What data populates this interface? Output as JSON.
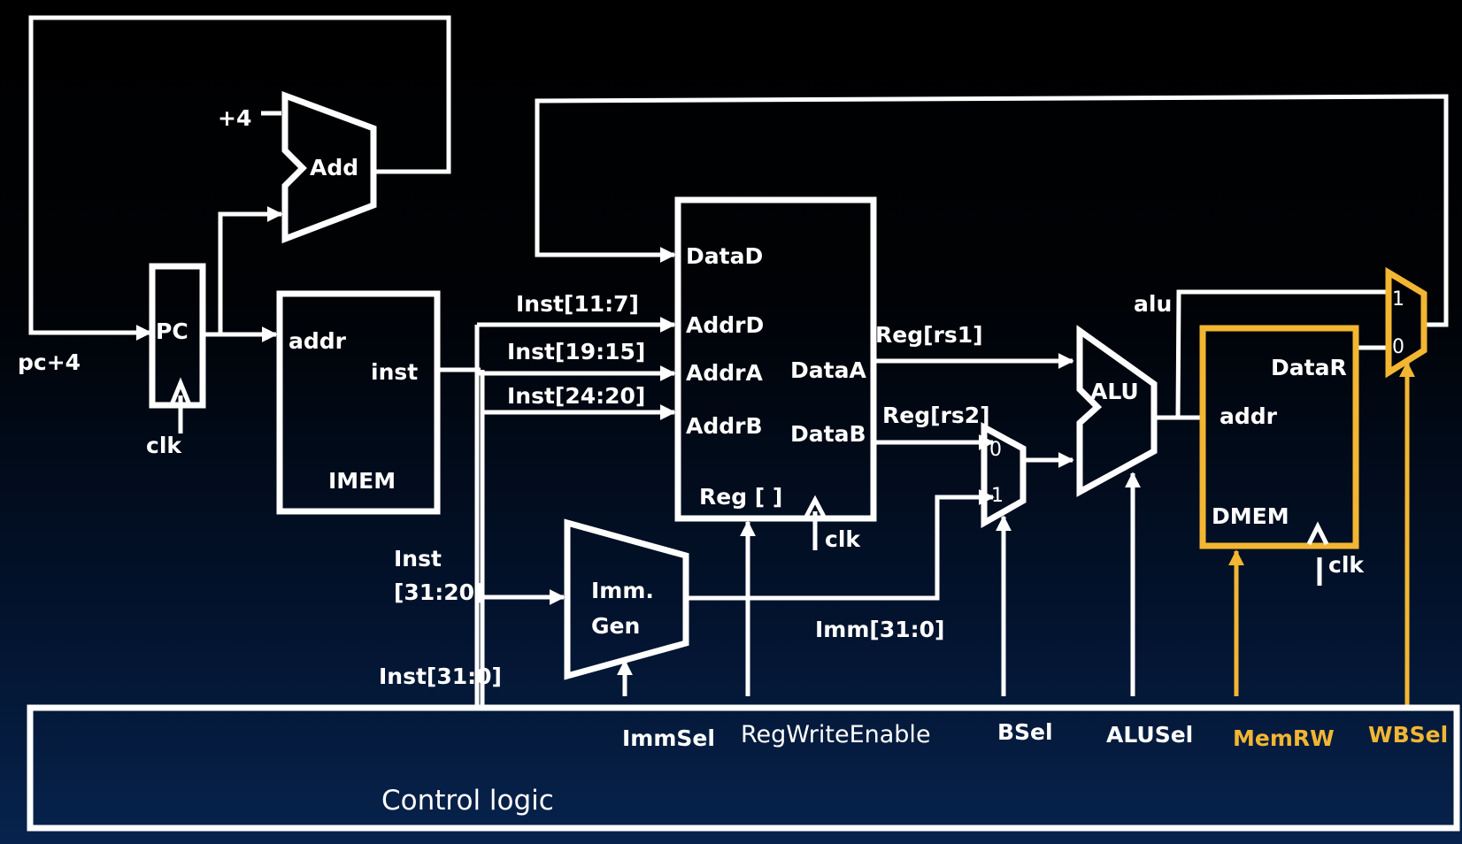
{
  "blocks": {
    "pc": "PC",
    "adder": "Add",
    "imem": "IMEM",
    "regfile": "Reg [ ]",
    "immgen_line1": "Imm.",
    "immgen_line2": "Gen",
    "alu": "ALU",
    "dmem": "DMEM",
    "control": "Control logic"
  },
  "ports": {
    "plus4": "+4",
    "imem_addr": "addr",
    "imem_inst": "inst",
    "dataD": "DataD",
    "addrD": "AddrD",
    "addrA": "AddrA",
    "addrB": "AddrB",
    "dataA": "DataA",
    "dataB": "DataB",
    "dmem_addr": "addr",
    "dataR": "DataR",
    "mux_b_0": "0",
    "mux_b_1": "1",
    "mux_wb_1": "1",
    "mux_wb_0": "0"
  },
  "signals": {
    "pc_plus4": "pc+4",
    "clk_pc": "clk",
    "clk_reg": "clk",
    "clk_dmem": "clk",
    "inst_11_7": "Inst[11:7]",
    "inst_19_15": "Inst[19:15]",
    "inst_24_20": "Inst[24:20]",
    "inst_31_20_line1": "Inst",
    "inst_31_20_line2": "[31:20]",
    "inst_31_0": "Inst[31:0]",
    "reg_rs1": "Reg[rs1]",
    "reg_rs2": "Reg[rs2]",
    "imm_31_0": "Imm[31:0]",
    "alu_out": "alu"
  },
  "controls": {
    "immsel": "ImmSel",
    "regwriteenable": "RegWriteEnable",
    "bsel": "BSel",
    "alusel": "ALUSel",
    "memrw": "MemRW",
    "wbsel": "WBSel"
  },
  "colors": {
    "wire": "#ffffff",
    "highlight": "#f2b632",
    "background_top": "#000000",
    "background_bottom": "#07234d"
  }
}
